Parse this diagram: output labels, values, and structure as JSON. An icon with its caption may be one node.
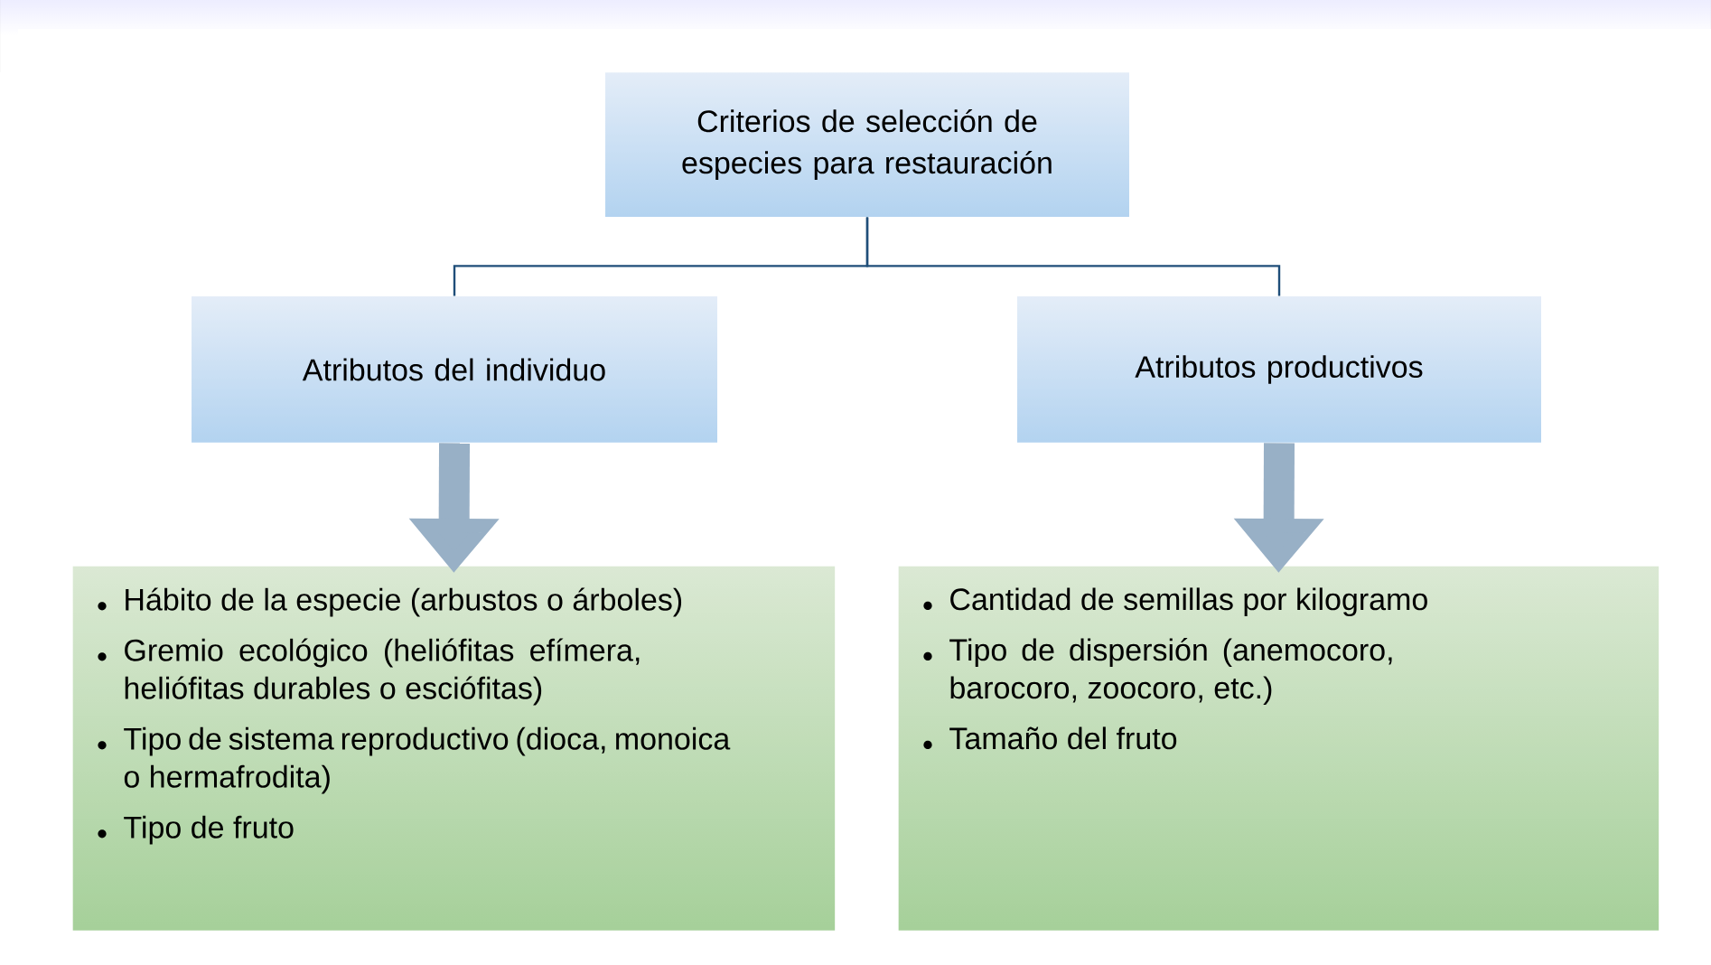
{
  "diagram": {
    "nodes": [
      {
        "text": [
          "Criterios de selección de especies para restauración"
        ]
      },
      {
        "text": [
          "Atributos del individuo"
        ]
      },
      {
        "text": [
          "Atributos productivos"
        ]
      },
      {
        "text": [
          "Hábito de la especie (arbustos o árboles)",
          "Gremio ecológico (heliófitas efímera, heliófitas durables o esciófitas)",
          "Tipo de sistema reproductivo (dioca, monoica o hermafrodita)",
          "Tipo de fruto"
        ]
      },
      {
        "text": [
          "Cantidad de semillas por kilogramo",
          "Tipo de dispersión (anemocoro, barocoro, zoocoro, etc.)",
          "Tamaño del fruto"
        ]
      }
    ],
    "edges": [
      {
        "from": 0,
        "to": 1,
        "arrow": "none"
      },
      {
        "from": 0,
        "to": 2,
        "arrow": "none"
      },
      {
        "from": 1,
        "to": 3,
        "arrow": "to",
        "style": "thick",
        "color": "#98b0c6"
      },
      {
        "from": 2,
        "to": 4,
        "arrow": "to",
        "style": "thick",
        "color": "#98b0c6"
      }
    ]
  }
}
